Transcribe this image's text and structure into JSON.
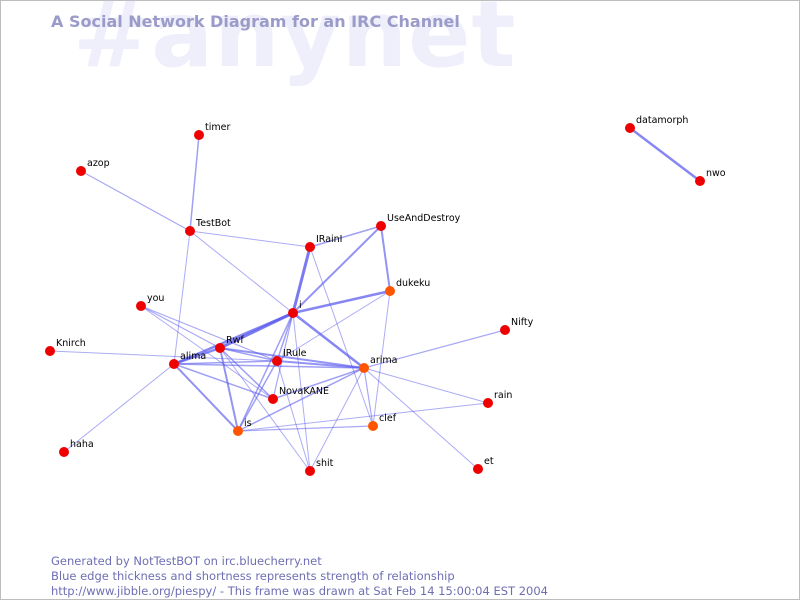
{
  "header": {
    "watermark": "#anynet",
    "title": "A Social Network Diagram for an IRC Channel"
  },
  "footer": {
    "line1": "Generated by NotTestBOT on irc.bluecherry.net",
    "line2": "Blue edge thickness and shortness represents strength of relationship",
    "line3": "http://www.jibble.org/piespy/ - This frame was drawn at Sat Feb 14 15:00:04 EST 2004"
  },
  "colors": {
    "node": "#ee0000",
    "node_recent": "#ff5500",
    "edge": "#5a5aee",
    "title": "#9b9bc9",
    "watermark": "#efeffb",
    "footer": "#6e6eb3"
  },
  "graph": {
    "nodes": [
      {
        "id": "timer",
        "label": "timer",
        "recent": false
      },
      {
        "id": "azop",
        "label": "azop",
        "recent": false
      },
      {
        "id": "TestBot",
        "label": "TestBot",
        "recent": false
      },
      {
        "id": "UseAndDestroy",
        "label": "UseAndDestroy",
        "recent": false
      },
      {
        "id": "IRainI",
        "label": "IRainI",
        "recent": false
      },
      {
        "id": "dukeku",
        "label": "dukeku",
        "recent": true
      },
      {
        "id": "you",
        "label": "you",
        "recent": false
      },
      {
        "id": "i",
        "label": "i",
        "recent": false
      },
      {
        "id": "Nifty",
        "label": "Nifty",
        "recent": false
      },
      {
        "id": "Knirch",
        "label": "Knirch",
        "recent": false
      },
      {
        "id": "Rwf",
        "label": "Rwf",
        "recent": false
      },
      {
        "id": "alima",
        "label": "alima",
        "recent": false
      },
      {
        "id": "IRule",
        "label": "IRule",
        "recent": false
      },
      {
        "id": "arima",
        "label": "arima",
        "recent": true
      },
      {
        "id": "NovaKANE",
        "label": "NovaKANE",
        "recent": false
      },
      {
        "id": "rain",
        "label": "rain",
        "recent": false
      },
      {
        "id": "is",
        "label": "is",
        "recent": true
      },
      {
        "id": "clef",
        "label": "clef",
        "recent": true
      },
      {
        "id": "haha",
        "label": "haha",
        "recent": false
      },
      {
        "id": "shit",
        "label": "shit",
        "recent": false
      },
      {
        "id": "et",
        "label": "et",
        "recent": false
      },
      {
        "id": "datamorph",
        "label": "datamorph",
        "recent": false
      },
      {
        "id": "nwo",
        "label": "nwo",
        "recent": false
      }
    ],
    "edges": [
      {
        "from": "timer",
        "to": "TestBot",
        "weight": 1.5
      },
      {
        "from": "azop",
        "to": "TestBot",
        "weight": 1.2
      },
      {
        "from": "TestBot",
        "to": "IRainI",
        "weight": 1
      },
      {
        "from": "TestBot",
        "to": "i",
        "weight": 1
      },
      {
        "from": "TestBot",
        "to": "alima",
        "weight": 1
      },
      {
        "from": "IRainI",
        "to": "UseAndDestroy",
        "weight": 1.5
      },
      {
        "from": "IRainI",
        "to": "i",
        "weight": 3
      },
      {
        "from": "IRainI",
        "to": "clef",
        "weight": 1
      },
      {
        "from": "UseAndDestroy",
        "to": "i",
        "weight": 2
      },
      {
        "from": "UseAndDestroy",
        "to": "dukeku",
        "weight": 2
      },
      {
        "from": "dukeku",
        "to": "i",
        "weight": 2.5
      },
      {
        "from": "dukeku",
        "to": "IRule",
        "weight": 1
      },
      {
        "from": "dukeku",
        "to": "clef",
        "weight": 1
      },
      {
        "from": "i",
        "to": "Rwf",
        "weight": 3
      },
      {
        "from": "i",
        "to": "alima",
        "weight": 2.5
      },
      {
        "from": "i",
        "to": "arima",
        "weight": 2.5
      },
      {
        "from": "i",
        "to": "IRule",
        "weight": 1.5
      },
      {
        "from": "i",
        "to": "is",
        "weight": 1.5
      },
      {
        "from": "i",
        "to": "NovaKANE",
        "weight": 1.2
      },
      {
        "from": "i",
        "to": "shit",
        "weight": 1
      },
      {
        "from": "you",
        "to": "Rwf",
        "weight": 1.2
      },
      {
        "from": "you",
        "to": "IRule",
        "weight": 1.2
      },
      {
        "from": "you",
        "to": "NovaKANE",
        "weight": 1
      },
      {
        "from": "Knirch",
        "to": "IRule",
        "weight": 1
      },
      {
        "from": "Rwf",
        "to": "alima",
        "weight": 2.5
      },
      {
        "from": "Rwf",
        "to": "arima",
        "weight": 2
      },
      {
        "from": "Rwf",
        "to": "IRule",
        "weight": 1.5
      },
      {
        "from": "Rwf",
        "to": "NovaKANE",
        "weight": 1.5
      },
      {
        "from": "Rwf",
        "to": "is",
        "weight": 2
      },
      {
        "from": "Rwf",
        "to": "shit",
        "weight": 1
      },
      {
        "from": "alima",
        "to": "IRule",
        "weight": 1.5
      },
      {
        "from": "alima",
        "to": "arima",
        "weight": 1.5
      },
      {
        "from": "alima",
        "to": "is",
        "weight": 2
      },
      {
        "from": "alima",
        "to": "NovaKANE",
        "weight": 1.5
      },
      {
        "from": "alima",
        "to": "haha",
        "weight": 1
      },
      {
        "from": "IRule",
        "to": "arima",
        "weight": 2
      },
      {
        "from": "IRule",
        "to": "is",
        "weight": 1.5
      },
      {
        "from": "IRule",
        "to": "shit",
        "weight": 1
      },
      {
        "from": "arima",
        "to": "Nifty",
        "weight": 1.2
      },
      {
        "from": "arima",
        "to": "rain",
        "weight": 1
      },
      {
        "from": "arima",
        "to": "et",
        "weight": 1
      },
      {
        "from": "arima",
        "to": "clef",
        "weight": 1.2
      },
      {
        "from": "arima",
        "to": "NovaKANE",
        "weight": 1.5
      },
      {
        "from": "arima",
        "to": "is",
        "weight": 1.5
      },
      {
        "from": "arima",
        "to": "shit",
        "weight": 1
      },
      {
        "from": "is",
        "to": "clef",
        "weight": 1.2
      },
      {
        "from": "is",
        "to": "rain",
        "weight": 1
      },
      {
        "from": "datamorph",
        "to": "nwo",
        "weight": 2.5
      }
    ]
  }
}
